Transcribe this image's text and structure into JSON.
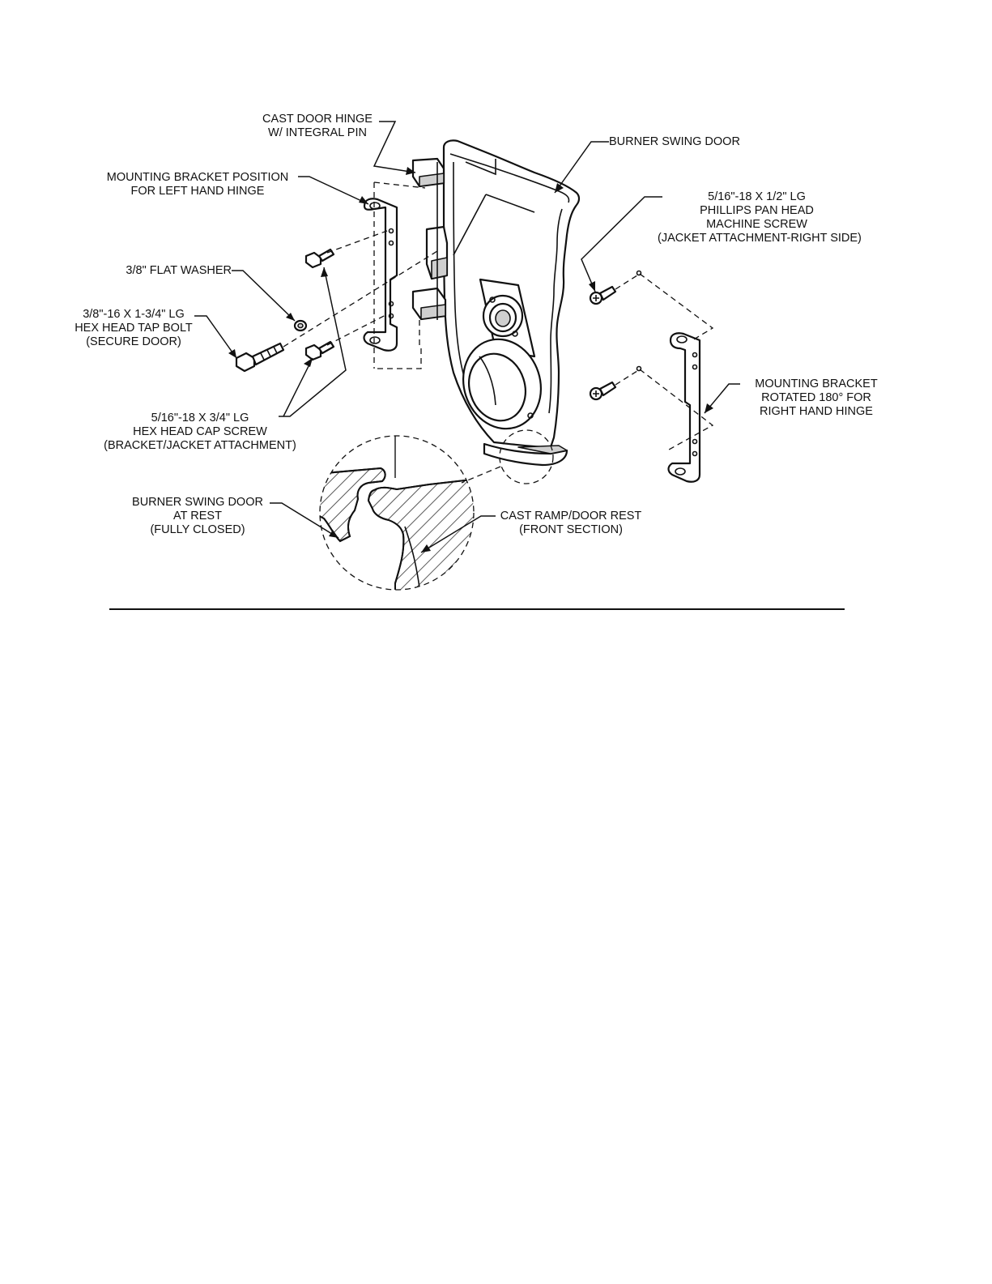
{
  "figure": {
    "labels": {
      "cast_door_hinge": [
        "CAST DOOR HINGE",
        "W/ INTEGRAL PIN"
      ],
      "burner_swing_door": [
        "BURNER SWING DOOR"
      ],
      "mounting_bracket_left": [
        "MOUNTING BRACKET POSITION",
        "FOR LEFT HAND HINGE"
      ],
      "machine_screw": [
        "5/16\"-18 X 1/2\" LG",
        "PHILLIPS PAN HEAD",
        "MACHINE SCREW",
        "(JACKET ATTACHMENT-RIGHT SIDE)"
      ],
      "flat_washer": [
        "3/8\" FLAT WASHER"
      ],
      "tap_bolt": [
        "3/8\"-16 X 1-3/4\" LG",
        "HEX HEAD TAP BOLT",
        "(SECURE DOOR)"
      ],
      "mounting_bracket_right": [
        "MOUNTING BRACKET",
        "ROTATED 180° FOR",
        "RIGHT HAND HINGE"
      ],
      "cap_screw": [
        "5/16\"-18 X 3/4\" LG",
        "HEX HEAD CAP SCREW",
        "(BRACKET/JACKET ATTACHMENT)"
      ],
      "door_at_rest": [
        "BURNER SWING DOOR",
        "AT REST",
        "(FULLY CLOSED)"
      ],
      "cast_ramp": [
        "CAST RAMP/DOOR REST",
        "(FRONT SECTION)"
      ]
    }
  }
}
